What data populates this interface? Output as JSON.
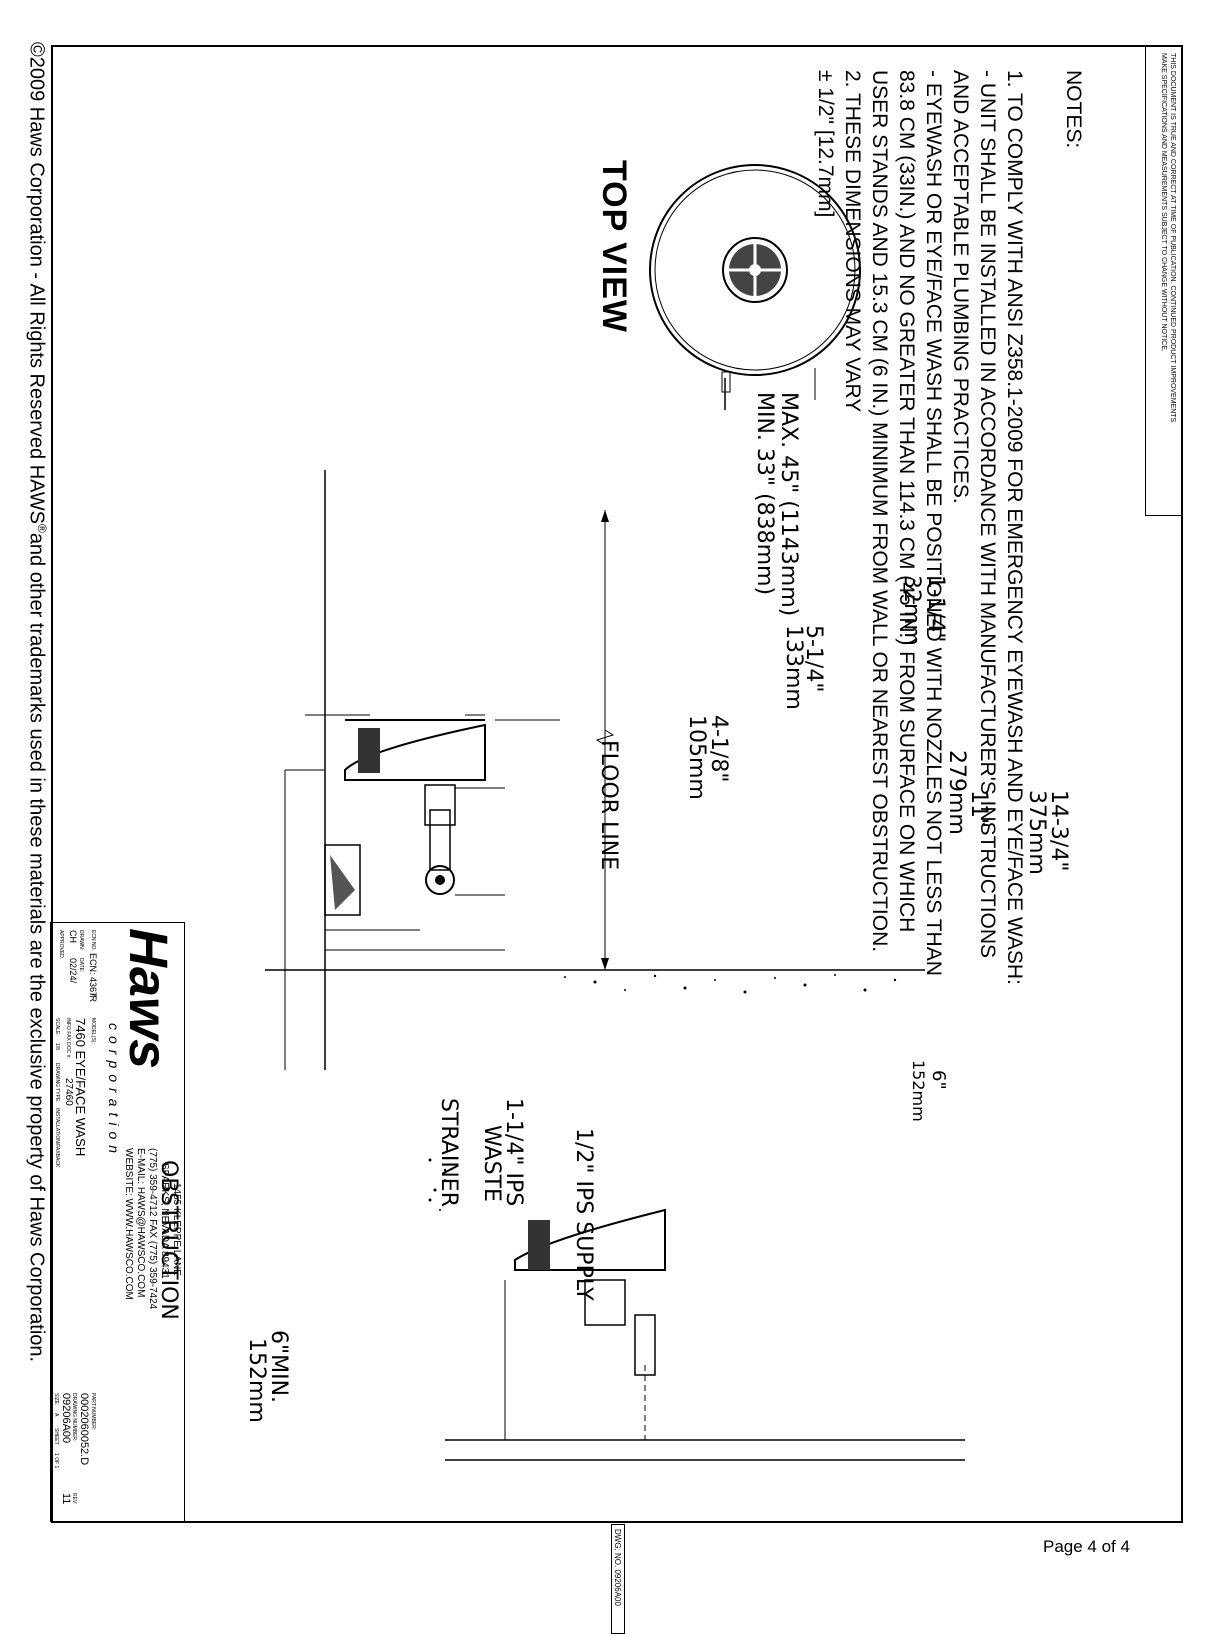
{
  "disclaimer": {
    "line1": "THIS DOCUMENT IS TRUE AND CORRECT AT TIME OF PUBLICATION. CONTINUED PRODUCT IMPROVEMENTS",
    "line2": "MAKE SPECIFICATIONS AND MEASUREMENTS SUBJECT TO CHANGE WITHOUT NOTICE."
  },
  "top_view_label": "TOP VIEW",
  "notes": {
    "title": "NOTES:",
    "lines": [
      "1. TO COMPLY WITH ANSI Z358.1-2009 FOR EMERGENCY EYEWASH AND EYE/FACE WASH:",
      "  - UNIT SHALL BE INSTALLED IN ACCORDANCE WITH MANUFACTURER'S INSTRUCTIONS",
      "     AND ACCEPTABLE PLUMBING PRACTICES.",
      "  - EYEWASH OR EYE/FACE WASH SHALL BE POSITIONED WITH NOZZLES NOT LESS THAN",
      "     83.8 CM (33IN.) AND NO GREATER THAN 114.3 CM (45 IN.) FROM SURFACE ON WHICH",
      "     USER STANDS AND 15.3 CM (6 IN.) MINIMUM FROM WALL OR NEAREST OBSTRUCTION.",
      "2. THESE DIMENSIONS MAY VARY",
      "     ± 1/2\" [12.7mm]"
    ]
  },
  "dimensions": {
    "max_label": "MAX.  45\"  (1143mm)",
    "min_label": "MIN.  33\"  (838mm)",
    "d1_in": "1-1/4\"",
    "d1_mm": "32mm",
    "d2_in": "5-1/4\"",
    "d2_mm": "133mm",
    "d3_in": "4-1/8\"",
    "d3_mm": "105mm",
    "d4_in": "11\"",
    "d4_mm": "279mm",
    "d5_in": "14-3/4\"",
    "d5_mm": "375mm",
    "d6_in": "6\"",
    "d6_mm": "152mm",
    "floor_line": "FLOOR  LINE",
    "strainer": "STRAINER",
    "waste": "1-1/4\"  IPS",
    "waste2": "WASTE",
    "supply": "1/2\"  IPS  SUPPLY",
    "obstruction": "OBSTRUCTION",
    "min_side_in": "6\"MIN.",
    "min_side_mm": "152mm"
  },
  "title_block": {
    "logo": "Haws",
    "logo_sub": "corporation",
    "address1": "1455 KLEPPE LANE",
    "address2": "SPARKS, NEVADA 89431",
    "phone": "(775) 359-4712    FAX (775) 359-7424",
    "email": "E-MAIL: HAWS@HAWSCO.COM",
    "website": "WEBSITE: WWW.HAWSCO.COM",
    "model_label": "MODEL(S):",
    "model": "7460 EYE/FACE WASH",
    "infofax_label": "INFO FAX DOC #:",
    "infofax": "27460",
    "ecn_label": "ECN NO.",
    "ecn": "ECN: 4367",
    "ecn_by": "IR",
    "drawn_label": "DRAWN:",
    "drawn": "CH",
    "date_label": "DATE:",
    "date": "02/24/",
    "approved_label": "APPROVED:",
    "scale_label": "SCALE:",
    "scale": "1/8",
    "drawing_type_label": "DRAWING TYPE:",
    "drawing_type": "INSTALLATION/FAXBACK",
    "part_number_label": "PART NUMBER:",
    "part_number": "0002060052.D",
    "drawing_number_label": "DRAWING NUMBER:",
    "drawing_number": "09206A00",
    "rev_label": "REV:",
    "rev": "11",
    "size_label": "SIZE:",
    "size": "A",
    "sheet_label": "SHEET",
    "sheet": "1 OF 1"
  },
  "dwg_tab": "DWG. NO. 09206A00",
  "copyright": "©2009 Haws Corporation - All Rights Reserved    HAWS",
  "copyright_rest": "and other trademarks used in these materials are the exclusive property of Haws Corporation.",
  "page_number": "Page 4 of 4"
}
